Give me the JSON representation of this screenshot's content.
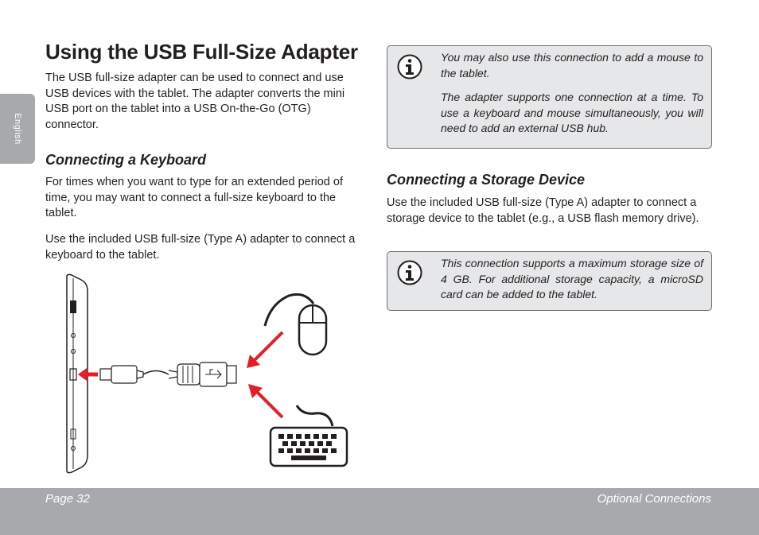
{
  "side_tab": {
    "label": "English"
  },
  "page_title": "Using the USB Full-Size Adapter",
  "intro": "The USB full-size adapter can be used to connect and use USB devices with the tablet. The adapter converts the mini USB port on the tablet into a USB On-the-Go (OTG) connector.",
  "keyboard_section": {
    "heading": "Connecting a Keyboard",
    "para1": "For times when you want to type for an extended period of time, you may want to connect a full-size keyboard to the tablet.",
    "para2": "Use the included USB full-size (Type A) adapter to connect a keyboard to the tablet."
  },
  "note_mouse": {
    "icon": "info-icon",
    "line1": "You may also use this connection to add a mouse to the tablet.",
    "line2": "The adapter supports one connection at a time. To use a keyboard and mouse simultaneously, you will need to add an external USB hub."
  },
  "storage_section": {
    "heading": "Connecting a Storage Device",
    "para": "Use the included USB full-size (Type A) adapter to connect a storage device to the tablet (e.g., a USB flash memory drive)."
  },
  "note_storage": {
    "icon": "info-icon",
    "text": "This connection supports a maximum storage size of 4 GB. For additional storage capacity, a microSD card can be added to the tablet."
  },
  "footer": {
    "page_label": "Page 32",
    "section_label": "Optional Connections"
  },
  "colors": {
    "footer_gray": "#a7a9ac",
    "note_bg": "#e6e7e8",
    "arrow_red": "#e31e24"
  }
}
